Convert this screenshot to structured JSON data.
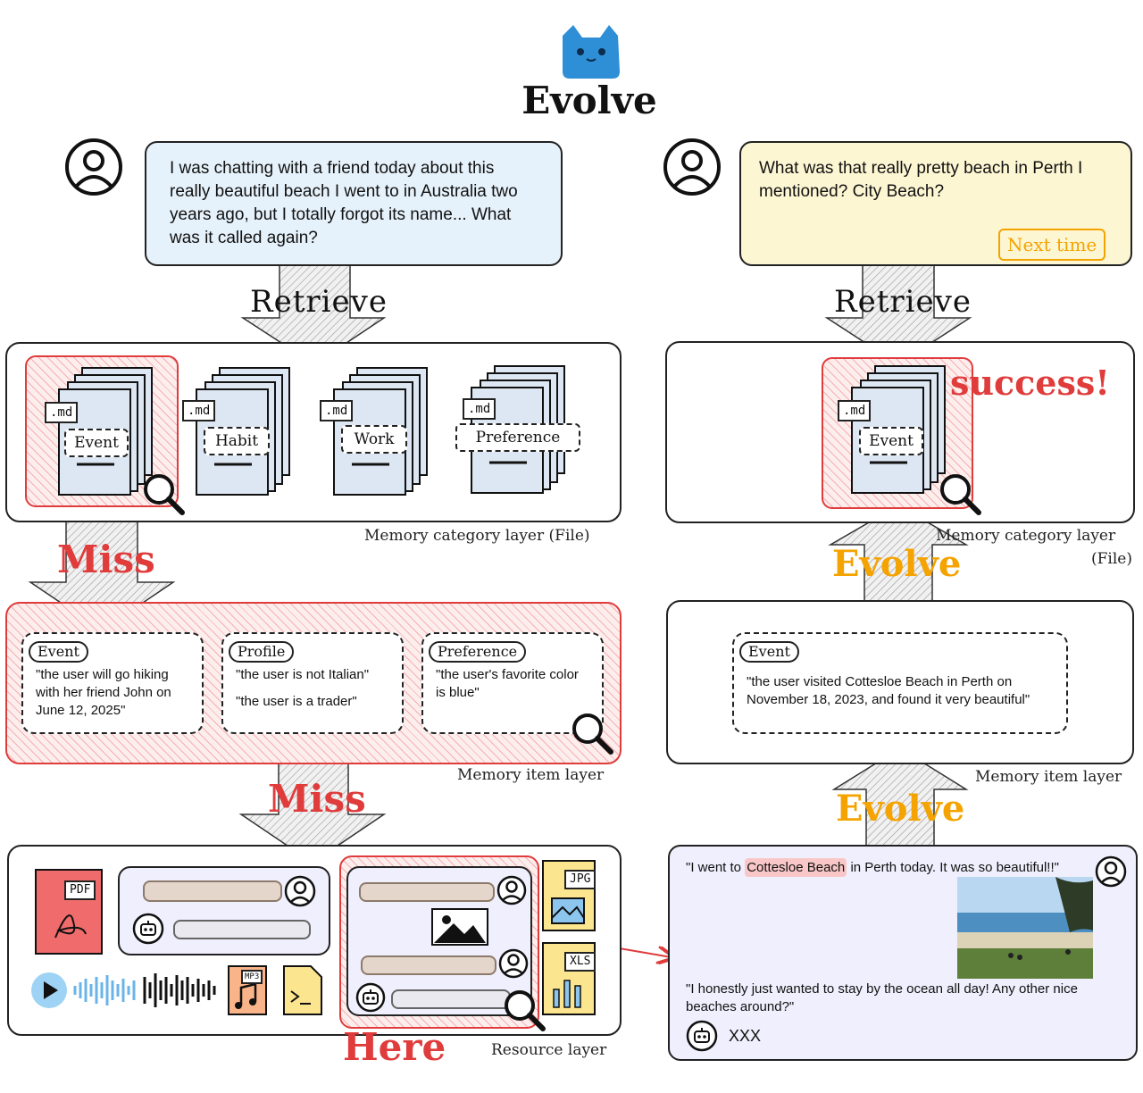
{
  "title": "Evolve",
  "left": {
    "user_message": "I was chatting with a friend today about this really beautiful beach I went to in Australia two years ago, but I totally forgot its name... What was it called again?",
    "retrieve_label": "Retrieve",
    "category_layer": {
      "caption": "Memory category layer (File)",
      "files": [
        {
          "tag": ".md",
          "label": "Event"
        },
        {
          "tag": ".md",
          "label": "Habit"
        },
        {
          "tag": ".md",
          "label": "Work"
        },
        {
          "tag": ".md",
          "label": "Preference"
        }
      ]
    },
    "miss_label_1": "Miss",
    "item_layer": {
      "caption": "Memory item layer",
      "items": [
        {
          "category": "Event",
          "lines": [
            "\"the user will go hiking with her friend John on June 12, 2025\""
          ]
        },
        {
          "category": "Profile",
          "lines": [
            "\"the user is not Italian\"",
            "\"the user is a trader\""
          ]
        },
        {
          "category": "Preference",
          "lines": [
            "\"the user's favorite color is blue\""
          ]
        }
      ]
    },
    "miss_label_2": "Miss",
    "resource_layer": {
      "caption": "Resource layer",
      "file_tags": {
        "pdf": "PDF",
        "mp3": "MP3",
        "jpg": "JPG",
        "xls": "XLS"
      },
      "here_label": "Here"
    }
  },
  "right": {
    "user_message": "What was that really pretty beach in Perth I mentioned? City Beach?",
    "next_time_badge": "Next time",
    "retrieve_label": "Retrieve",
    "category_layer": {
      "caption_line1": "Memory category layer",
      "caption_line2": "(File)",
      "file": {
        "tag": ".md",
        "label": "Event"
      },
      "success_label": "success!"
    },
    "evolve_label_1": "Evolve",
    "item_layer": {
      "caption": "Memory item layer",
      "item": {
        "category": "Event",
        "text": "\"the user visited Cottesloe Beach in Perth on November 18, 2023, and found it very beautiful\""
      }
    },
    "evolve_label_2": "Evolve",
    "resource": {
      "quote_prefix": "\"I went to ",
      "highlight": "Cottesloe Beach",
      "quote_suffix": " in Perth today. It was so beautiful!!\"",
      "followup": "\"I honestly just wanted to stay by the ocean all day! Any other nice beaches around?\"",
      "bot_reply": "XXX"
    }
  },
  "colors": {
    "accent_red": "#e03c3c",
    "accent_orange": "#f4a300",
    "mascot_blue": "#2e8fd6",
    "left_bubble": "#e6f2fb",
    "right_bubble": "#fdf6d3",
    "resource_bubble": "#efeffd"
  }
}
